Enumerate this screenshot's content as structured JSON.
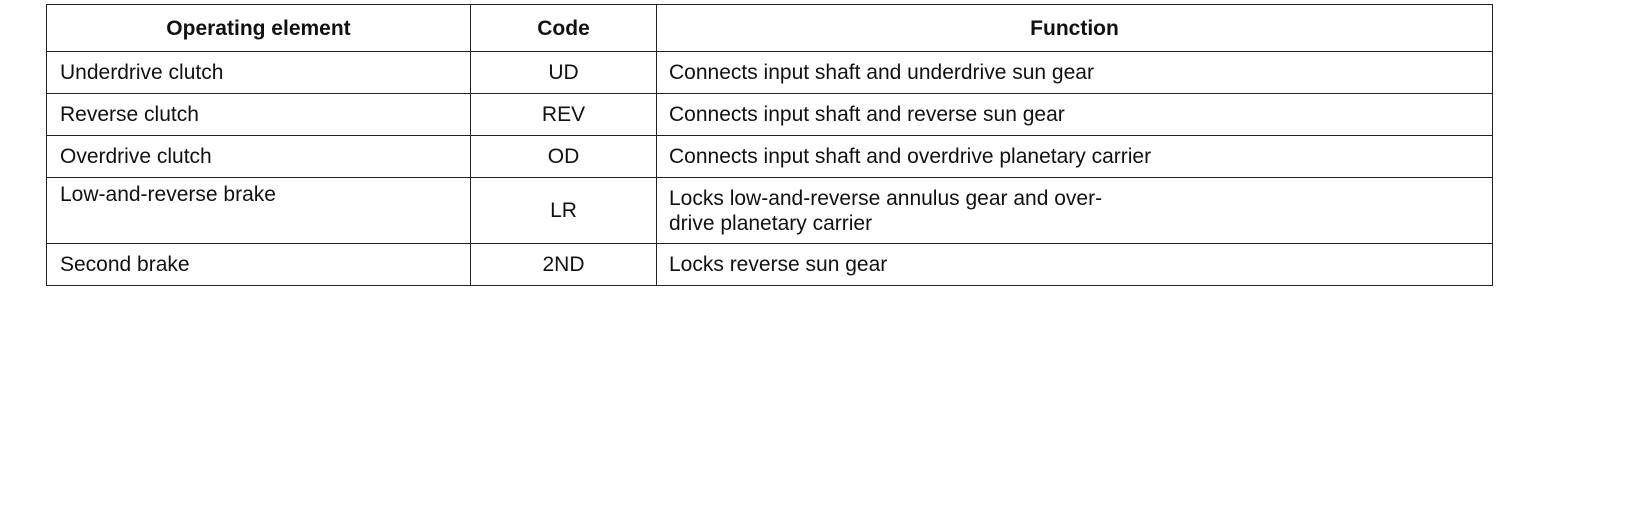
{
  "table": {
    "headers": {
      "element": "Operating element",
      "code": "Code",
      "function": "Function"
    },
    "rows": [
      {
        "element": "Underdrive clutch",
        "code": "UD",
        "function": [
          "Connects input shaft and underdrive sun gear"
        ]
      },
      {
        "element": "Reverse clutch",
        "code": "REV",
        "function": [
          "Connects input shaft and reverse sun gear"
        ]
      },
      {
        "element": "Overdrive clutch",
        "code": "OD",
        "function": [
          "Connects input shaft and overdrive planetary carrier"
        ]
      },
      {
        "element": "Low-and-reverse brake",
        "code": "LR",
        "function": [
          "Locks low-and-reverse annulus gear and over-",
          "drive planetary carrier"
        ]
      },
      {
        "element": "Second brake",
        "code": "2ND",
        "function": [
          "Locks reverse sun gear"
        ]
      }
    ]
  },
  "colors": {
    "text": "#111111",
    "border": "#222222",
    "background": "#ffffff"
  }
}
